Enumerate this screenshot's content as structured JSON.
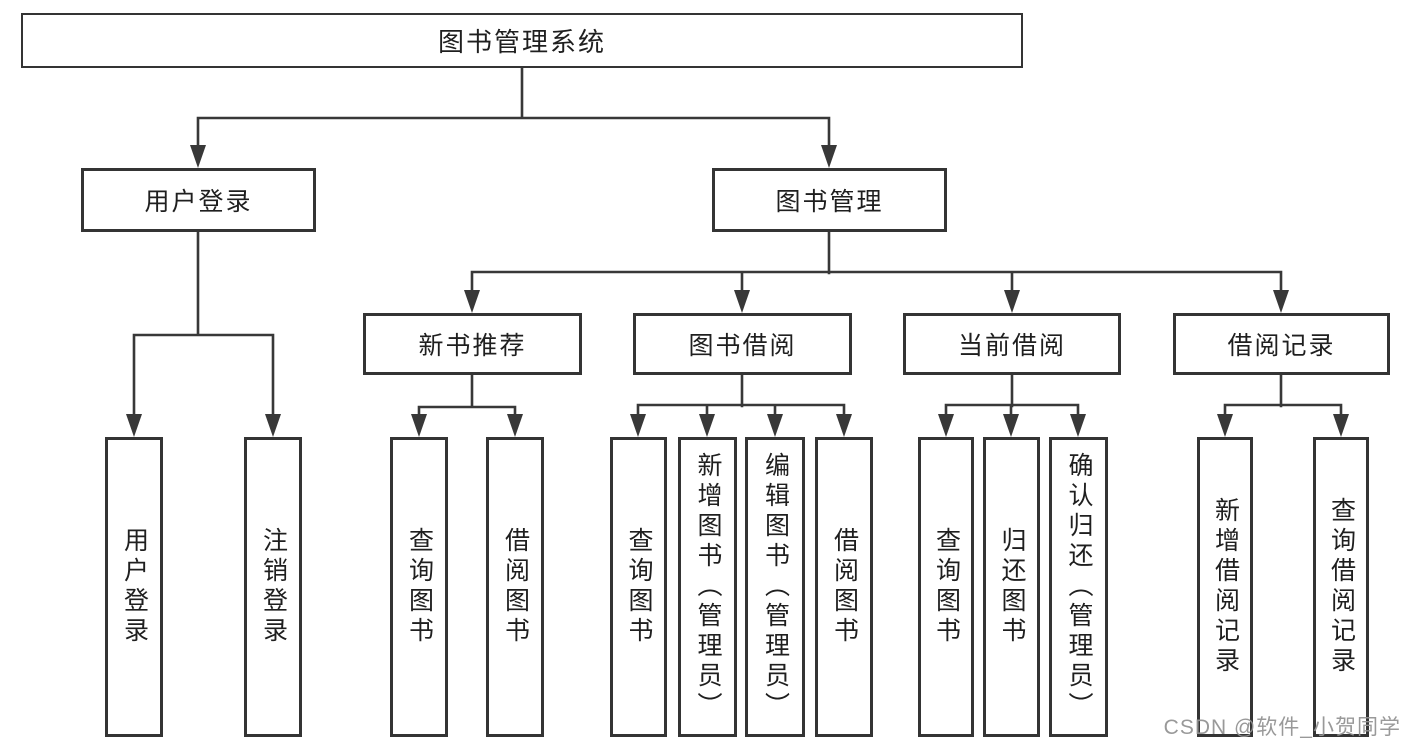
{
  "tree": {
    "label": "图书管理系统",
    "children": [
      {
        "label": "用户登录",
        "children": [
          {
            "label": "用户登录"
          },
          {
            "label": "注销登录"
          }
        ]
      },
      {
        "label": "图书管理",
        "children": [
          {
            "label": "新书推荐",
            "children": [
              {
                "label": "查询图书"
              },
              {
                "label": "借阅图书"
              }
            ]
          },
          {
            "label": "图书借阅",
            "children": [
              {
                "label": "查询图书"
              },
              {
                "label": "新增图书（管理员）"
              },
              {
                "label": "编辑图书（管理员）"
              },
              {
                "label": "借阅图书"
              }
            ]
          },
          {
            "label": "当前借阅",
            "children": [
              {
                "label": "查询图书"
              },
              {
                "label": "归还图书"
              },
              {
                "label": "确认归还（管理员）"
              }
            ]
          },
          {
            "label": "借阅记录",
            "children": [
              {
                "label": "新增借阅记录"
              },
              {
                "label": "查询借阅记录"
              }
            ]
          }
        ]
      }
    ]
  },
  "watermark": {
    "text": "CSDN @软件_小贺同学"
  },
  "colors": {
    "line": "#383838",
    "box_border": "#343434",
    "text": "#1f1f1f",
    "watermark": "#949494",
    "background": "#ffffff"
  }
}
